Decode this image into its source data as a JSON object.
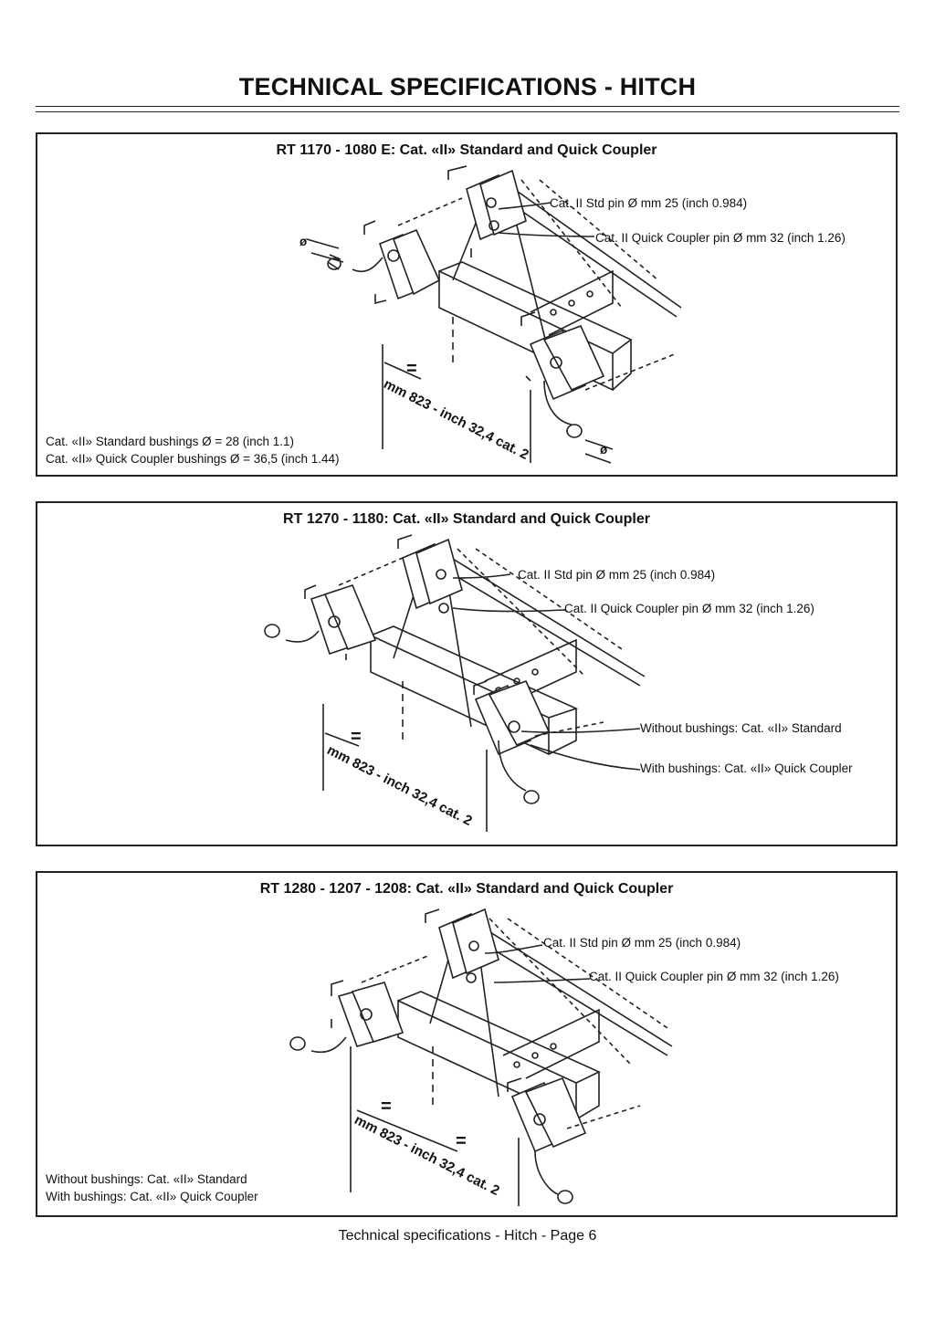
{
  "page": {
    "title": "TECHNICAL SPECIFICATIONS - HITCH",
    "footer": "Technical specifications - Hitch - Page 6"
  },
  "panels": [
    {
      "title": "RT 1170 - 1080 E: Cat. «II» Standard and Quick Coupler",
      "callouts": [
        "Cat. II Std pin Ø mm 25 (inch 0.984)",
        "Cat. II Quick Coupler pin Ø mm 32 (inch 1.26)"
      ],
      "notes": [
        "Cat. «II» Standard bushings Ø = 28 (inch 1.1)",
        "Cat. «II» Quick Coupler bushings Ø = 36,5 (inch 1.44)"
      ],
      "dimension": "mm 823 - inch 32,4 cat. 2",
      "equal_sign": "=",
      "diameter_symbol": "ø"
    },
    {
      "title": "RT 1270 - 1180: Cat. «II» Standard and Quick Coupler",
      "callouts": [
        "Cat. II Std pin Ø mm 25 (inch 0.984)",
        "Cat. II Quick Coupler pin Ø mm 32 (inch 1.26)",
        "Without bushings: Cat. «II» Standard",
        "With bushings: Cat. «II» Quick Coupler"
      ],
      "dimension": "mm 823 - inch 32,4 cat. 2",
      "equal_sign": "="
    },
    {
      "title": "RT 1280 - 1207 - 1208: Cat. «II» Standard and Quick Coupler",
      "callouts": [
        "Cat. II Std pin Ø mm 25 (inch 0.984)",
        "Cat. II Quick Coupler pin Ø mm 32 (inch 1.26)"
      ],
      "notes": [
        "Without bushings: Cat. «II» Standard",
        "With bushings: Cat. «II» Quick Coupler"
      ],
      "dimension": "mm 823 - inch 32,4 cat. 2",
      "equal_sign": "="
    }
  ]
}
